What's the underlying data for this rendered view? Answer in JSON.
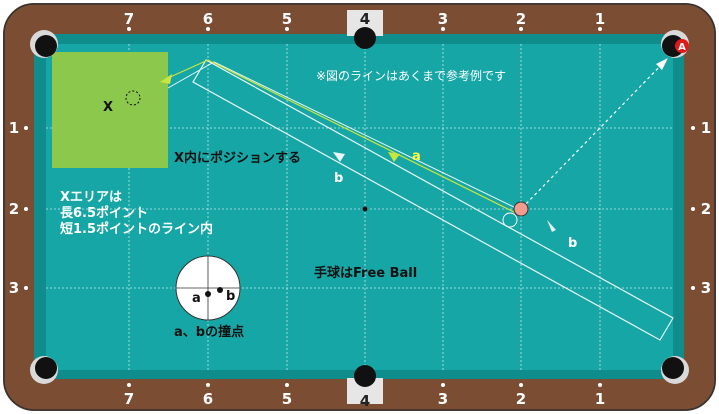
{
  "colors": {
    "rail": "#7b4d33",
    "cloth": "#16a6a6",
    "cushion": "#0f8c8c",
    "zone": "#8cc84b",
    "object_ball": "#f29b8f",
    "line_a": "#c8e63c",
    "line_b": "#e8f6f6"
  },
  "rail_numbers": {
    "top": [
      "7",
      "6",
      "5",
      "4",
      "3",
      "2",
      "1"
    ],
    "bottom": [
      "7",
      "6",
      "5",
      "4",
      "3",
      "2",
      "1"
    ],
    "left": [
      "1",
      "2",
      "3"
    ],
    "right": [
      "1",
      "2",
      "3"
    ]
  },
  "pocket_marker": "A",
  "zone_label": "X",
  "note": "※図のラインはあくまで参考例です",
  "position_label": "X内にポジションする",
  "zone_desc": {
    "line1": "Xエリアは",
    "line2": "長6.5ポイント",
    "line3": "短1.5ポイントのライン内"
  },
  "cue_ball_label": "手球はFree Ball",
  "line_labels": {
    "a": "a",
    "b_upper": "b",
    "b_lower": "b"
  },
  "contact_diagram": {
    "a_label": "a",
    "b_label": "b",
    "caption": "a、bの撞点"
  }
}
